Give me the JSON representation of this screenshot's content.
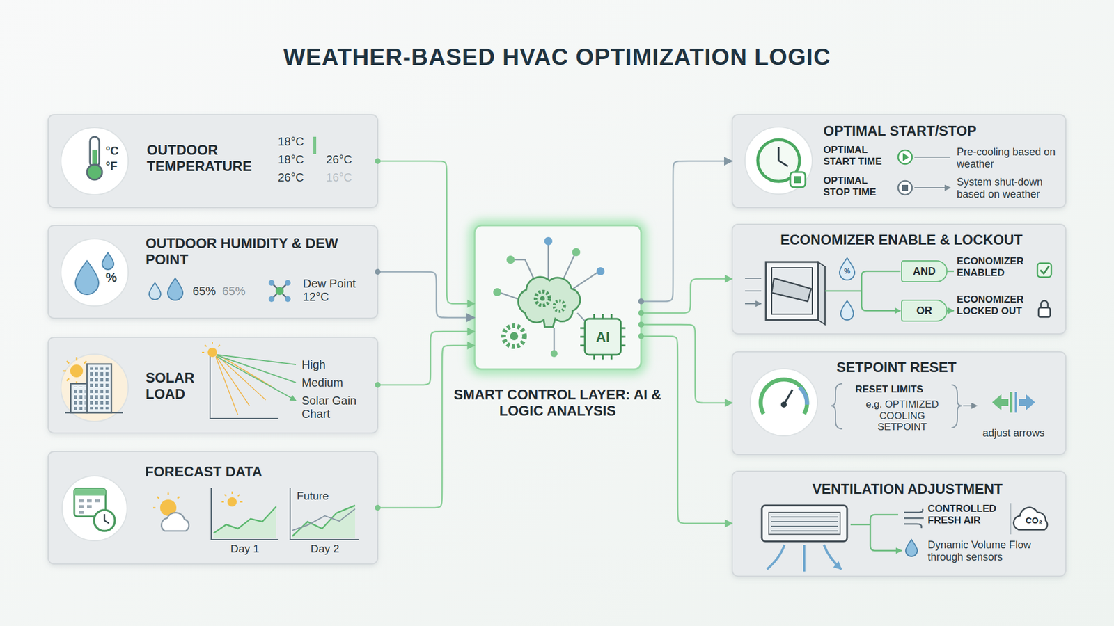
{
  "diagram": {
    "title": "WEATHER-BASED HVAC OPTIMIZATION LOGIC",
    "nodes": [
      {
        "text": [
          "OUTDOOR TEMPERATURE"
        ]
      },
      {
        "text": [
          "OUTDOOR HUMIDITY & DEW POINT"
        ]
      },
      {
        "text": [
          "SOLAR LOAD"
        ]
      },
      {
        "text": [
          "FORECAST DATA"
        ]
      },
      {
        "text": [
          "SMART CONTROL LAYER: AI & LOGIC ANALYSIS"
        ]
      },
      {
        "text": [
          "OPTIMAL START/STOP"
        ]
      },
      {
        "text": [
          "ECONOMIZER ENABLE & LOCKOUT"
        ]
      },
      {
        "text": [
          "AND"
        ],
        "in": 6
      },
      {
        "text": [
          "OR"
        ],
        "in": 6
      },
      {
        "text": [
          "SETPOINT RESET"
        ]
      },
      {
        "text": [
          "VENTILATION ADJUSTMENT"
        ]
      }
    ],
    "edges": [
      {
        "from": 0,
        "to": 4,
        "arrow": "to"
      },
      {
        "from": 1,
        "to": 4,
        "arrow": "to"
      },
      {
        "from": 2,
        "to": 4,
        "arrow": "to"
      },
      {
        "from": 3,
        "to": 4,
        "arrow": "to"
      },
      {
        "from": 4,
        "to": 5,
        "arrow": "to"
      },
      {
        "from": 4,
        "to": 6,
        "arrow": "to"
      },
      {
        "from": 4,
        "to": 9,
        "arrow": "to"
      },
      {
        "from": 4,
        "to": 10,
        "arrow": "to"
      }
    ],
    "labels": [
      "°C",
      "°F",
      "18°C",
      "18°C",
      "26°C",
      "26°C",
      "16°C",
      "%",
      "65%",
      "65%",
      "Dew Point 12°C",
      "High",
      "Medium",
      "Solar Gain Chart",
      "Day 1",
      "Future",
      "Day 2",
      "AI",
      "OPTIMAL START TIME",
      "Pre-cooling based on weather",
      "OPTIMAL STOP TIME",
      "System shut-down based on weather",
      "%",
      "ECONOMIZER ENABLED",
      "ECONOMIZER LOCKED OUT",
      "RESET LIMITS",
      "e.g. OPTIMIZED COOLING SETPOINT",
      "adjust arrows",
      "CONTROLLED FRESH AIR",
      "CO₂",
      "Dynamic Volume Flow through sensors"
    ]
  }
}
